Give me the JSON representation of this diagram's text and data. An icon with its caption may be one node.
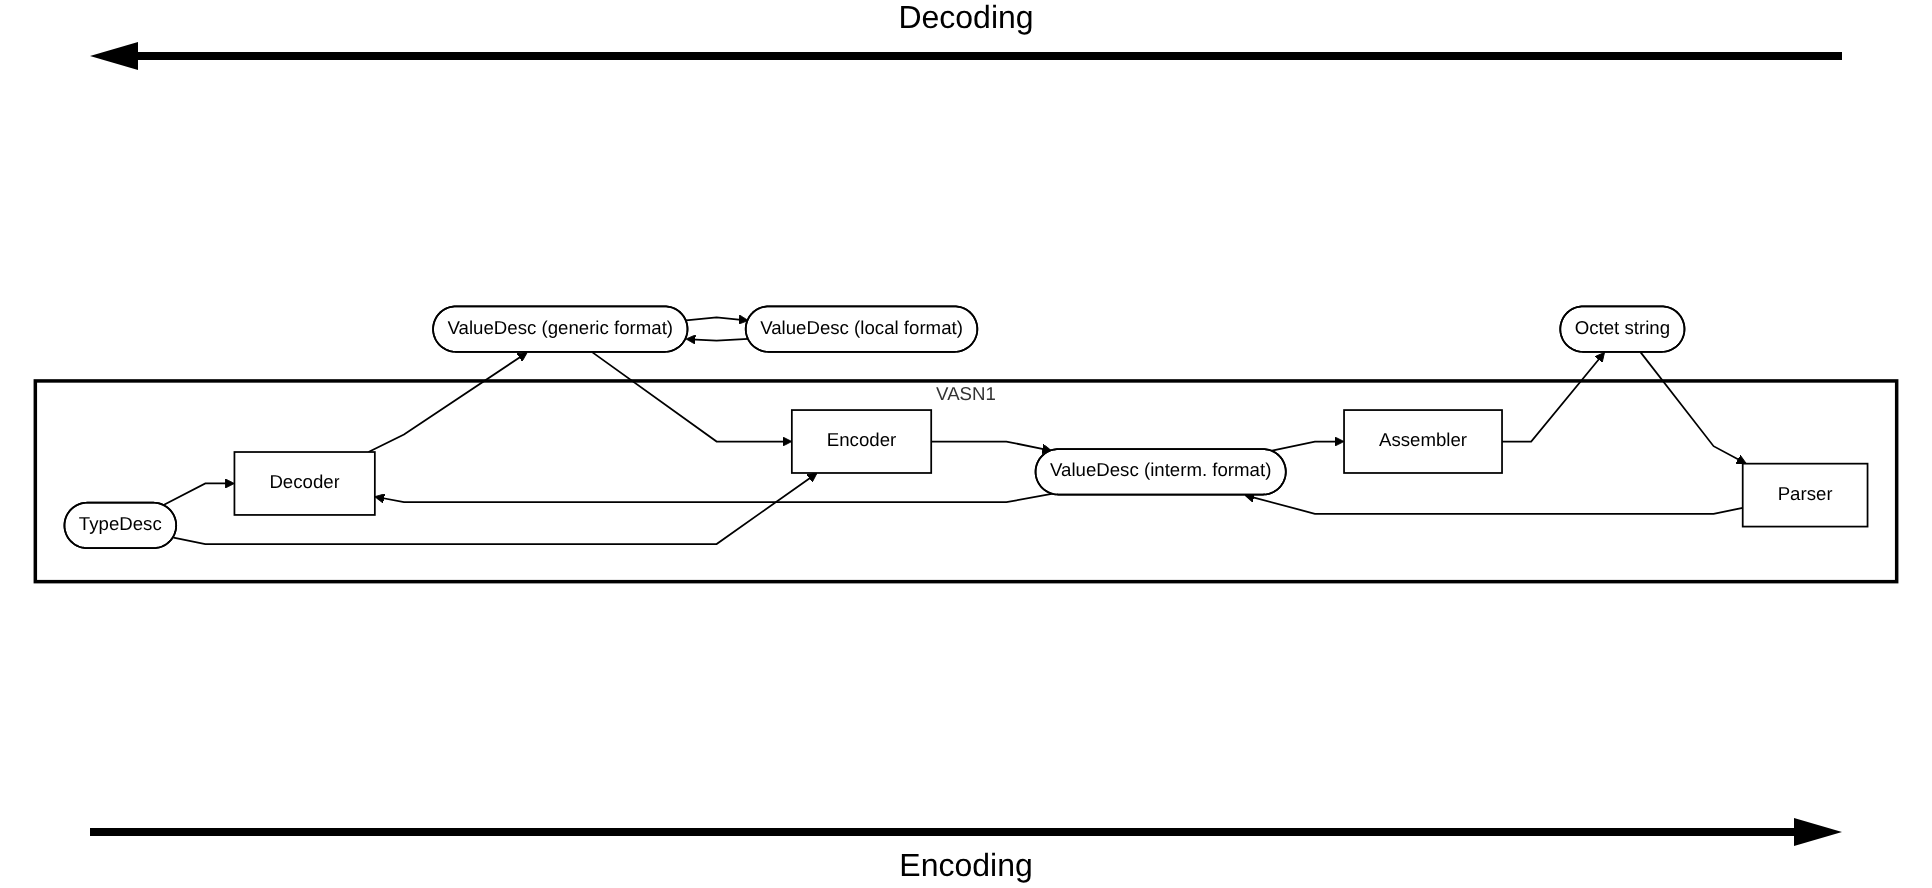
{
  "diagram": {
    "nodes": [
      {
        "text": [
          "VASN1"
        ]
      },
      {
        "text": [
          "ValueDesc (local format)"
        ]
      },
      {
        "text": [
          "Decoder"
        ],
        "in": 0
      },
      {
        "text": [
          "Parser"
        ],
        "in": 0
      },
      {
        "text": [
          "TypeDesc"
        ],
        "in": 0
      },
      {
        "text": [
          "ValueDesc (interm. format)"
        ],
        "in": 0
      },
      {
        "text": [
          "Octet string"
        ]
      },
      {
        "text": [
          "ValueDesc (generic format)"
        ]
      },
      {
        "text": [
          "Encoder"
        ],
        "in": 0
      },
      {
        "text": [
          "Assembler"
        ],
        "in": 0
      }
    ],
    "edges": [
      {
        "from": 1,
        "to": 7,
        "arrow": "to"
      },
      {
        "from": 7,
        "to": 1,
        "arrow": "to"
      },
      {
        "from": 2,
        "to": 7,
        "arrow": "to"
      },
      {
        "from": 7,
        "to": 8,
        "arrow": "to"
      },
      {
        "from": 4,
        "to": 2,
        "arrow": "to"
      },
      {
        "from": 4,
        "to": 8,
        "arrow": "to"
      },
      {
        "from": 5,
        "to": 2,
        "arrow": "to"
      },
      {
        "from": 8,
        "to": 5,
        "arrow": "to"
      },
      {
        "from": 3,
        "to": 5,
        "arrow": "to"
      },
      {
        "from": 5,
        "to": 9,
        "arrow": "to"
      },
      {
        "from": 9,
        "to": 6,
        "arrow": "to"
      },
      {
        "from": 6,
        "to": 3,
        "arrow": "to"
      }
    ],
    "labels": [
      "Decoding",
      "Encoding"
    ]
  }
}
